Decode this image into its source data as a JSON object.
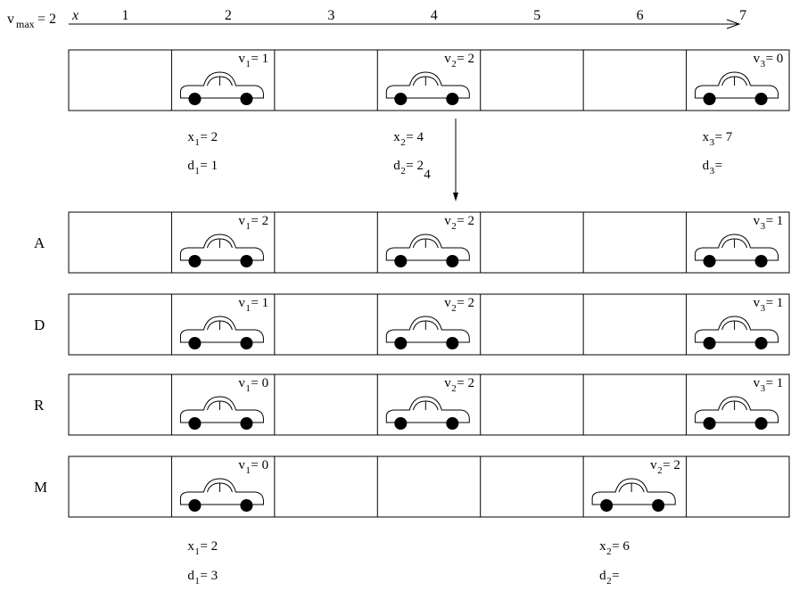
{
  "header": {
    "vmax_v": "v",
    "vmax_sub": "max",
    "vmax_val": "= 2",
    "x_axis_label": "x",
    "positions": [
      "1",
      "2",
      "3",
      "4",
      "5",
      "6",
      "7"
    ]
  },
  "rows": [
    {
      "label": "",
      "cars": [
        {
          "cell": 2,
          "v_sub": "1",
          "v_val": "= 1"
        },
        {
          "cell": 4,
          "v_sub": "2",
          "v_val": "= 2"
        },
        {
          "cell": 7,
          "v_sub": "3",
          "v_val": "= 0"
        }
      ]
    },
    {
      "label": "A",
      "cars": [
        {
          "cell": 2,
          "v_sub": "1",
          "v_val": "= 2"
        },
        {
          "cell": 4,
          "v_sub": "2",
          "v_val": "= 2"
        },
        {
          "cell": 7,
          "v_sub": "3",
          "v_val": "= 1"
        }
      ]
    },
    {
      "label": "D",
      "cars": [
        {
          "cell": 2,
          "v_sub": "1",
          "v_val": "= 1"
        },
        {
          "cell": 4,
          "v_sub": "2",
          "v_val": "= 2"
        },
        {
          "cell": 7,
          "v_sub": "3",
          "v_val": "= 1"
        }
      ]
    },
    {
      "label": "R",
      "cars": [
        {
          "cell": 2,
          "v_sub": "1",
          "v_val": "= 0"
        },
        {
          "cell": 4,
          "v_sub": "2",
          "v_val": "= 2"
        },
        {
          "cell": 7,
          "v_sub": "3",
          "v_val": "= 1"
        }
      ]
    },
    {
      "label": "M",
      "cars": [
        {
          "cell": 2,
          "v_sub": "1",
          "v_val": "= 0"
        },
        {
          "cell": 6,
          "v_sub": "2",
          "v_val": "= 2"
        }
      ]
    }
  ],
  "annotations_top": [
    {
      "cell": 2,
      "x_sub": "1",
      "x_val": "= 2",
      "d_sub": "1",
      "d_val": "= 1",
      "d_extra": ""
    },
    {
      "cell": 4,
      "x_sub": "2",
      "x_val": "= 4",
      "d_sub": "2",
      "d_val": "= 2",
      "d_extra": "4"
    },
    {
      "cell": 7,
      "x_sub": "3",
      "x_val": "= 7",
      "d_sub": "3",
      "d_val": "=",
      "d_extra": ""
    }
  ],
  "annotations_bottom": [
    {
      "cell": 2,
      "x_sub": "1",
      "x_val": "= 2",
      "d_sub": "1",
      "d_val": "= 3",
      "d_extra": ""
    },
    {
      "cell": 6,
      "x_sub": "2",
      "x_val": "= 6",
      "d_sub": "2",
      "d_val": "=",
      "d_extra": ""
    }
  ],
  "symbols": {
    "x": "x",
    "d": "d",
    "v": "v"
  }
}
